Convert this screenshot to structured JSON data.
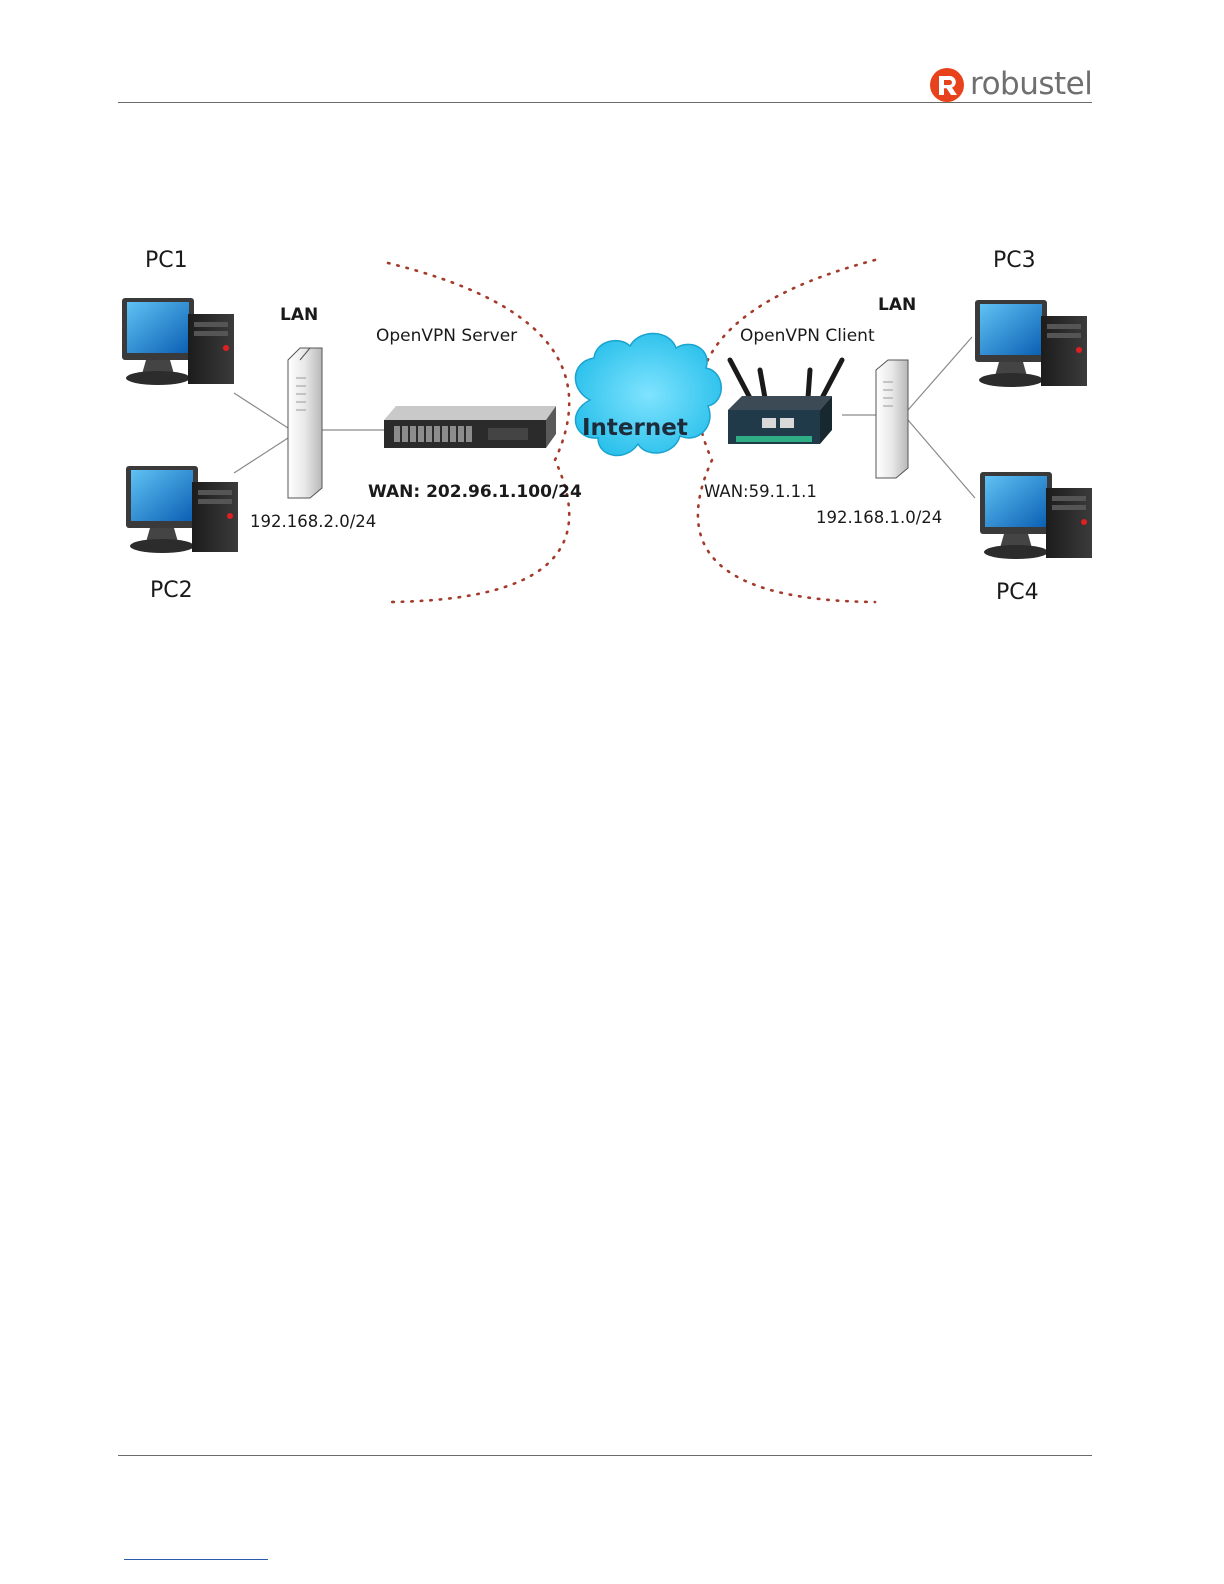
{
  "header": {
    "brand": "robustel",
    "accent_color": "#e8421c",
    "logo_icon": "robustel-logo-icon"
  },
  "diagram": {
    "left_site": {
      "pc_top": "PC1",
      "pc_bottom": "PC2",
      "lan_label": "LAN",
      "subnet": "192.168.2.0/24",
      "device_role": "OpenVPN Server",
      "wan": "WAN: 202.96.1.100/24"
    },
    "cloud": {
      "label": "Internet",
      "color": "#2cc6ee"
    },
    "right_site": {
      "pc_top": "PC3",
      "pc_bottom": "PC4",
      "lan_label": "LAN",
      "subnet": "192.168.1.0/24",
      "device_role": "OpenVPN Client",
      "wan": "WAN:59.1.1.1"
    },
    "icons": [
      "computer-icon",
      "switch-icon",
      "rack-server-icon",
      "cloud-icon",
      "router-icon"
    ]
  }
}
